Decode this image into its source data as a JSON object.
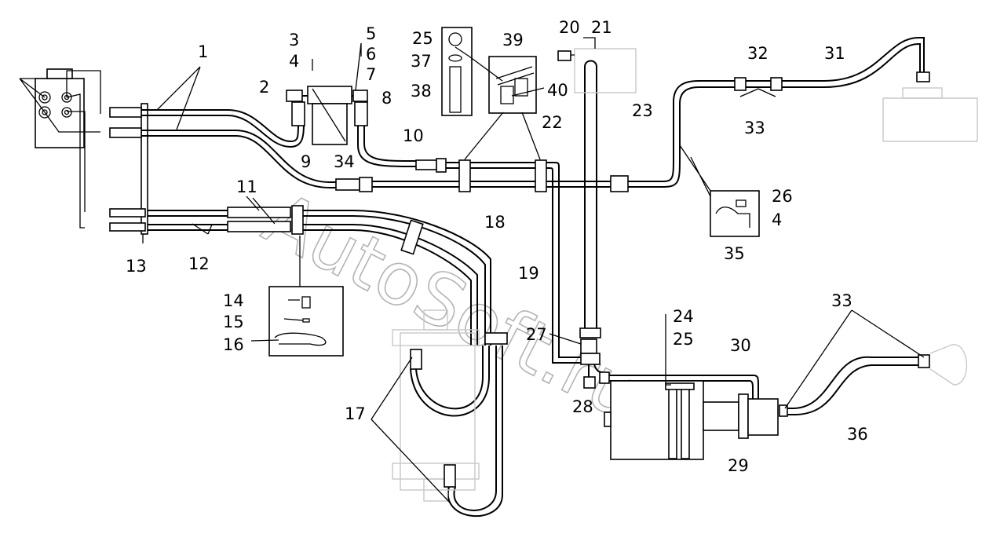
{
  "watermark": "AutoSoft.ru",
  "callouts": {
    "c1": "1",
    "c2": "2",
    "c3": "3",
    "c4": "4",
    "c5": "5",
    "c6": "6",
    "c7": "7",
    "c8": "8",
    "c9": "9",
    "c10": "10",
    "c11": "11",
    "c12": "12",
    "c13": "13",
    "c14": "14",
    "c15": "15",
    "c16": "16",
    "c17": "17",
    "c18": "18",
    "c19": "19",
    "c20": "20",
    "c21": "21",
    "c22": "22",
    "c23": "23",
    "c24": "24",
    "c25a": "25",
    "c25b": "25",
    "c26": "26",
    "c27": "27",
    "c28": "28",
    "c29": "29",
    "c30": "30",
    "c31": "31",
    "c32": "32",
    "c33a": "33",
    "c33b": "33",
    "c34": "34",
    "c35": "35",
    "c36": "36",
    "c37": "37",
    "c38": "38",
    "c39": "39",
    "c40": "40",
    "c4b": "4"
  }
}
